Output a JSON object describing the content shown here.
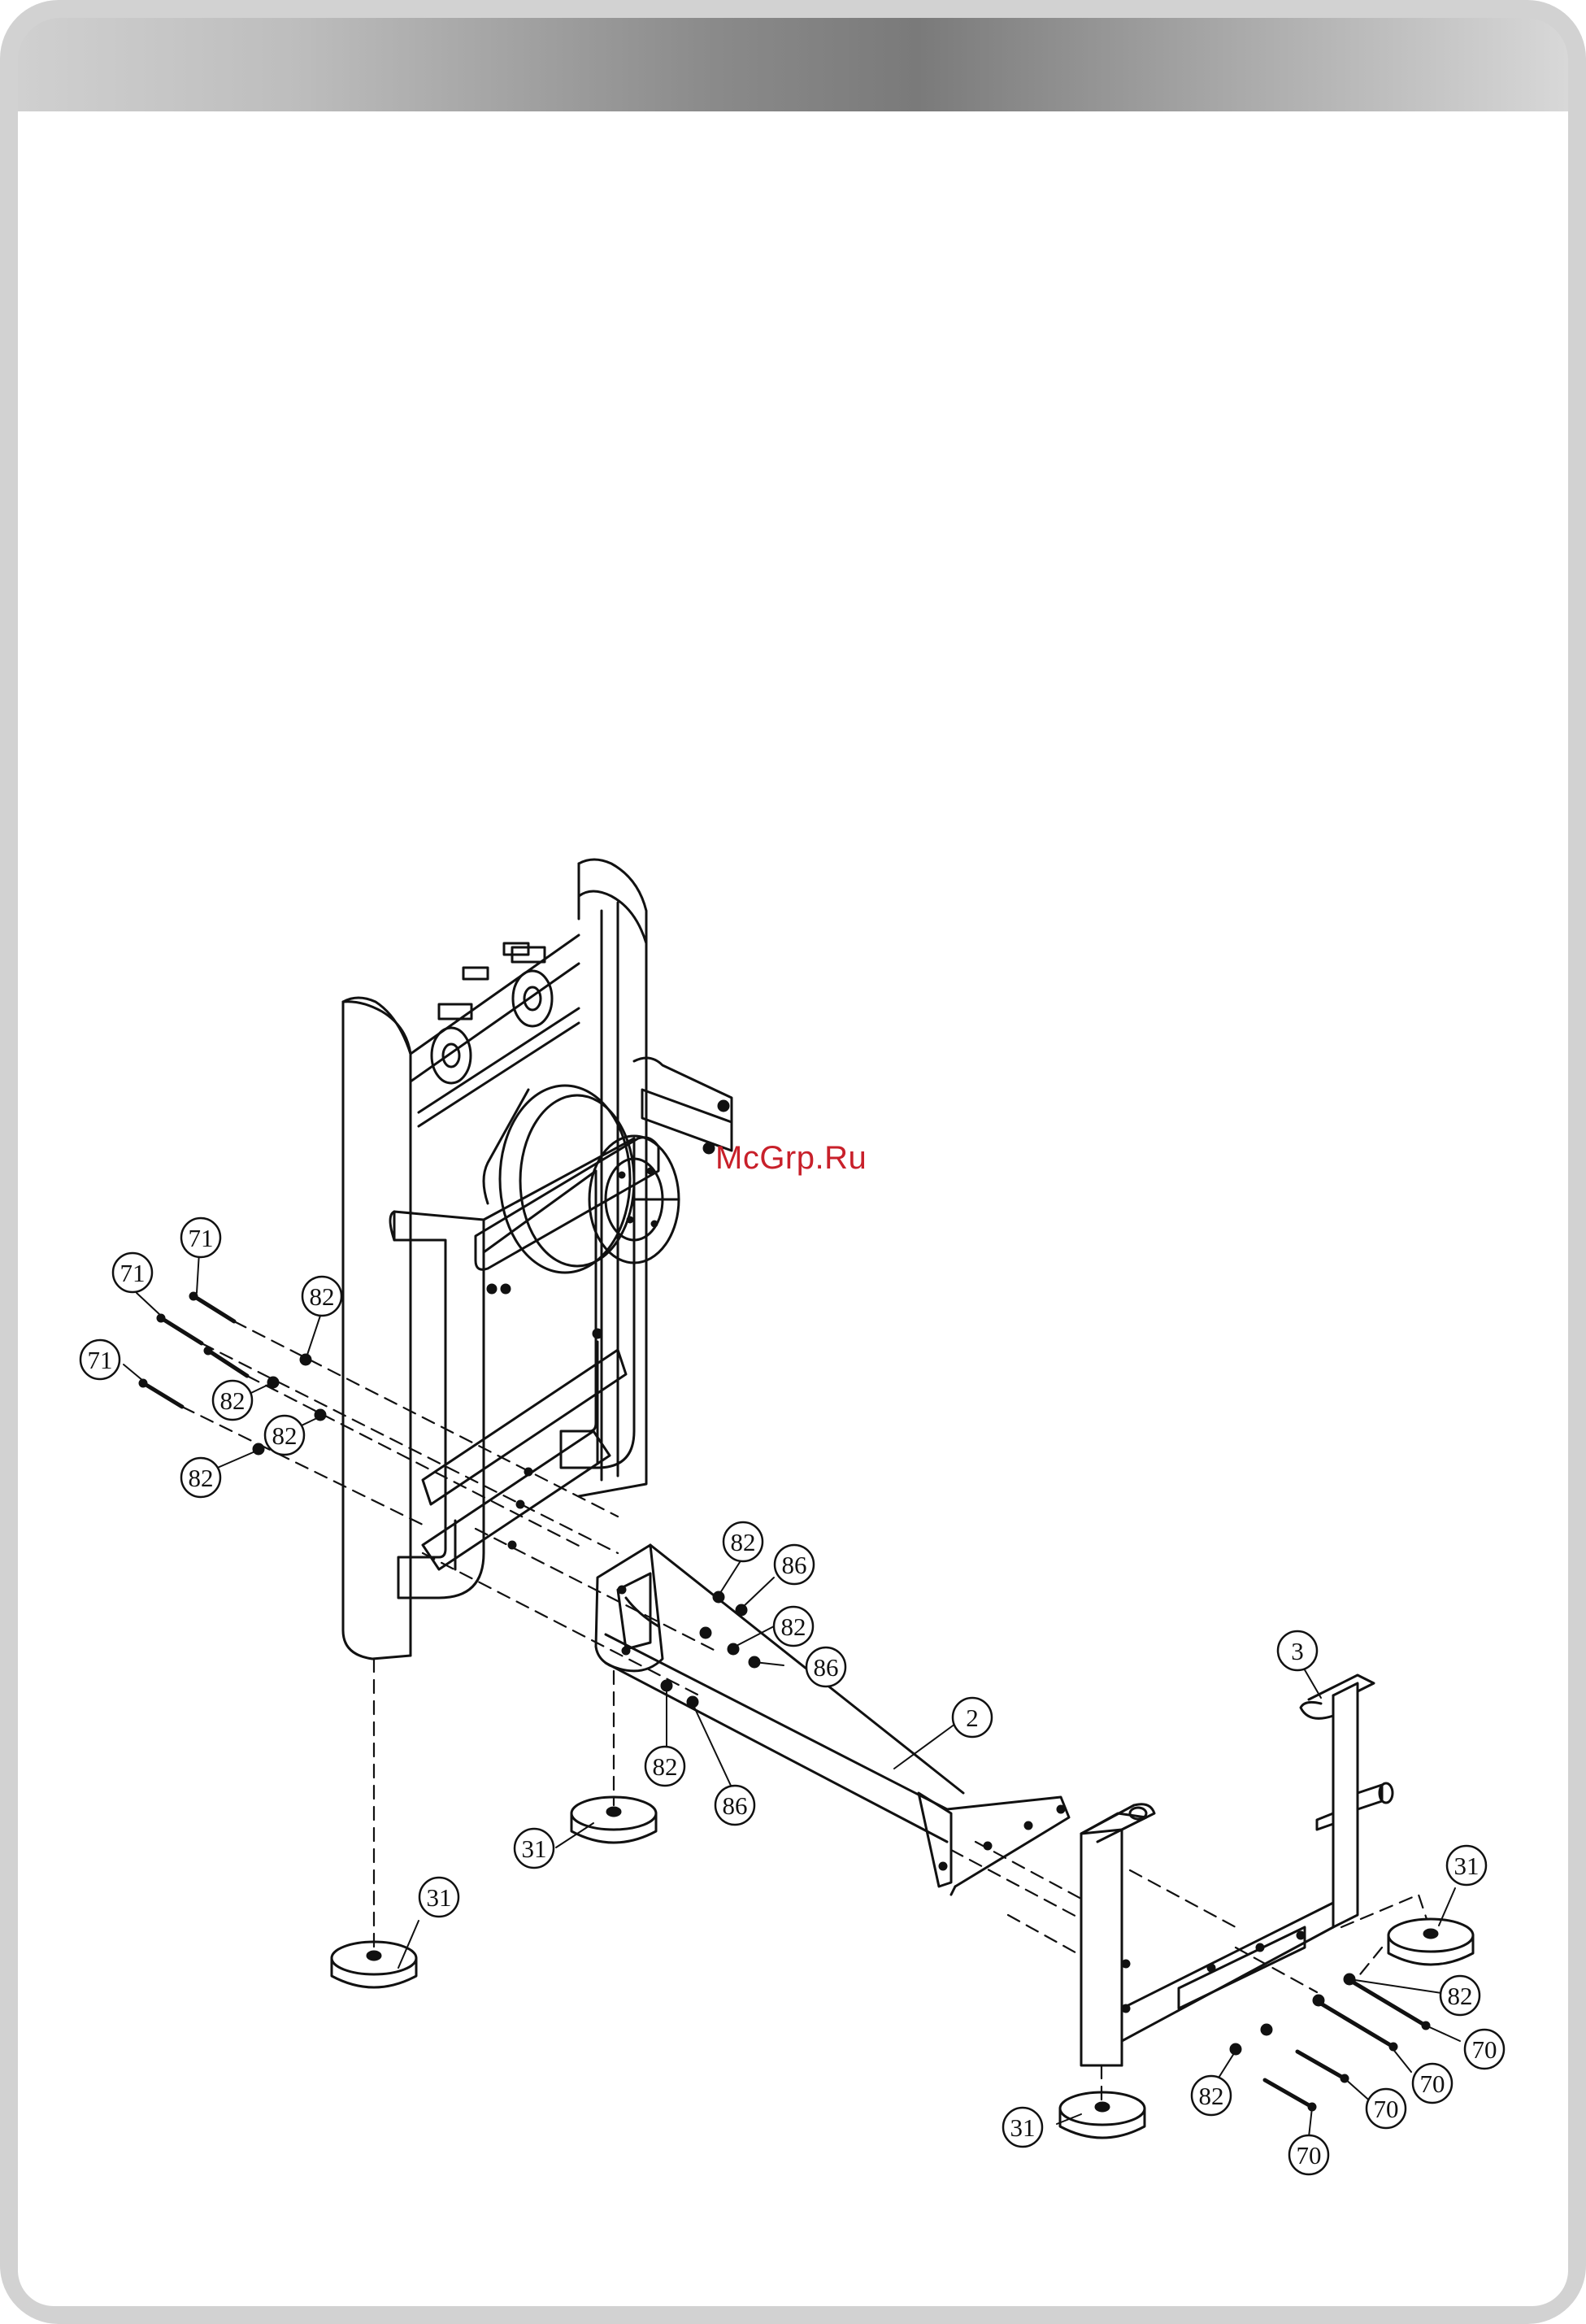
{
  "watermark": "McGrp.Ru",
  "callouts": [
    {
      "id": "c71a",
      "label": "71"
    },
    {
      "id": "c71b",
      "label": "71"
    },
    {
      "id": "c71c",
      "label": "71"
    },
    {
      "id": "c82a",
      "label": "82"
    },
    {
      "id": "c82b",
      "label": "82"
    },
    {
      "id": "c82c",
      "label": "82"
    },
    {
      "id": "c82d",
      "label": "82"
    },
    {
      "id": "c82e",
      "label": "82"
    },
    {
      "id": "c86a",
      "label": "86"
    },
    {
      "id": "c82f",
      "label": "82"
    },
    {
      "id": "c86b",
      "label": "86"
    },
    {
      "id": "c82g",
      "label": "82"
    },
    {
      "id": "c86c",
      "label": "86"
    },
    {
      "id": "c2",
      "label": "2"
    },
    {
      "id": "c3",
      "label": "3"
    },
    {
      "id": "c31a",
      "label": "31"
    },
    {
      "id": "c31b",
      "label": "31"
    },
    {
      "id": "c31c",
      "label": "31"
    },
    {
      "id": "c31d",
      "label": "31"
    },
    {
      "id": "c82h",
      "label": "82"
    },
    {
      "id": "c70a",
      "label": "70"
    },
    {
      "id": "c70b",
      "label": "70"
    },
    {
      "id": "c70c",
      "label": "70"
    },
    {
      "id": "c82i",
      "label": "82"
    },
    {
      "id": "c70d",
      "label": "70"
    }
  ]
}
